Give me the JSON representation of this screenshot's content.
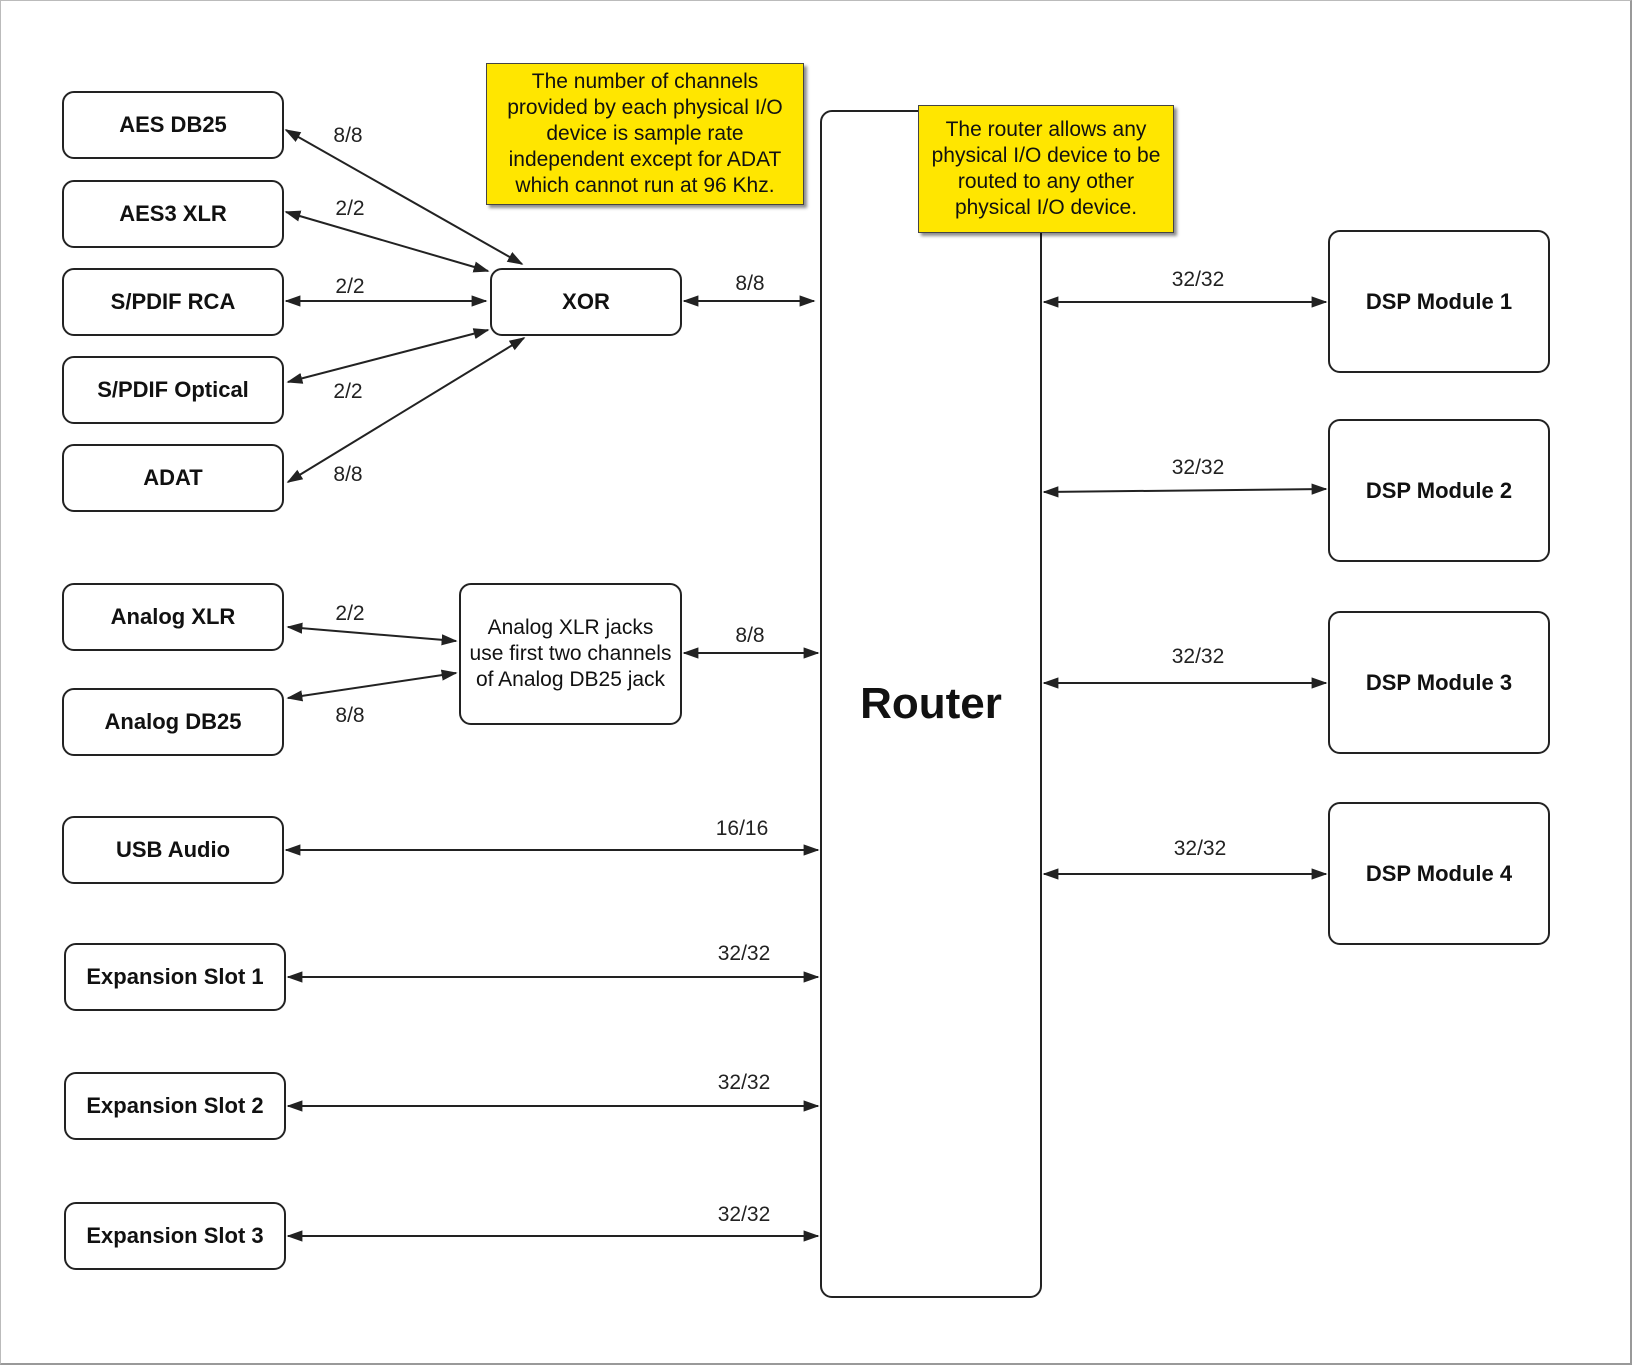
{
  "inputs_digital": [
    {
      "id": "aes-db25",
      "label": "AES DB25",
      "channels": "8/8"
    },
    {
      "id": "aes3-xlr",
      "label": "AES3 XLR",
      "channels": "2/2"
    },
    {
      "id": "spdif-rca",
      "label": "S/PDIF RCA",
      "channels": "2/2"
    },
    {
      "id": "spdif-optical",
      "label": "S/PDIF Optical",
      "channels": "2/2"
    },
    {
      "id": "adat",
      "label": "ADAT",
      "channels": "8/8"
    }
  ],
  "xor": {
    "label": "XOR",
    "channels": "8/8"
  },
  "inputs_analog": [
    {
      "id": "analog-xlr",
      "label": "Analog XLR",
      "channels": "2/2"
    },
    {
      "id": "analog-db25",
      "label": "Analog DB25",
      "channels": "8/8"
    }
  ],
  "analog_note": {
    "text": "Analog XLR jacks use first two channels of Analog DB25 jack",
    "channels": "8/8"
  },
  "usb": {
    "label": "USB Audio",
    "channels": "16/16"
  },
  "expansion": [
    {
      "id": "expansion-1",
      "label": "Expansion Slot 1",
      "channels": "32/32"
    },
    {
      "id": "expansion-2",
      "label": "Expansion Slot 2",
      "channels": "32/32"
    },
    {
      "id": "expansion-3",
      "label": "Expansion Slot 3",
      "channels": "32/32"
    }
  ],
  "router": {
    "label": "Router"
  },
  "dsp_modules": [
    {
      "id": "dsp-1",
      "label": "DSP Module 1",
      "channels": "32/32"
    },
    {
      "id": "dsp-2",
      "label": "DSP Module 2",
      "channels": "32/32"
    },
    {
      "id": "dsp-3",
      "label": "DSP Module 3",
      "channels": "32/32"
    },
    {
      "id": "dsp-4",
      "label": "DSP Module 4",
      "channels": "32/32"
    }
  ],
  "callouts": {
    "sample_rate": "The number of channels provided by each physical I/O device is sample rate independent except for ADAT which cannot run at 96 Khz.",
    "router": "The router allows any physical I/O device to be routed to any other physical I/O device."
  },
  "colors": {
    "callout_fill": "#ffe600",
    "stroke": "#222222"
  }
}
